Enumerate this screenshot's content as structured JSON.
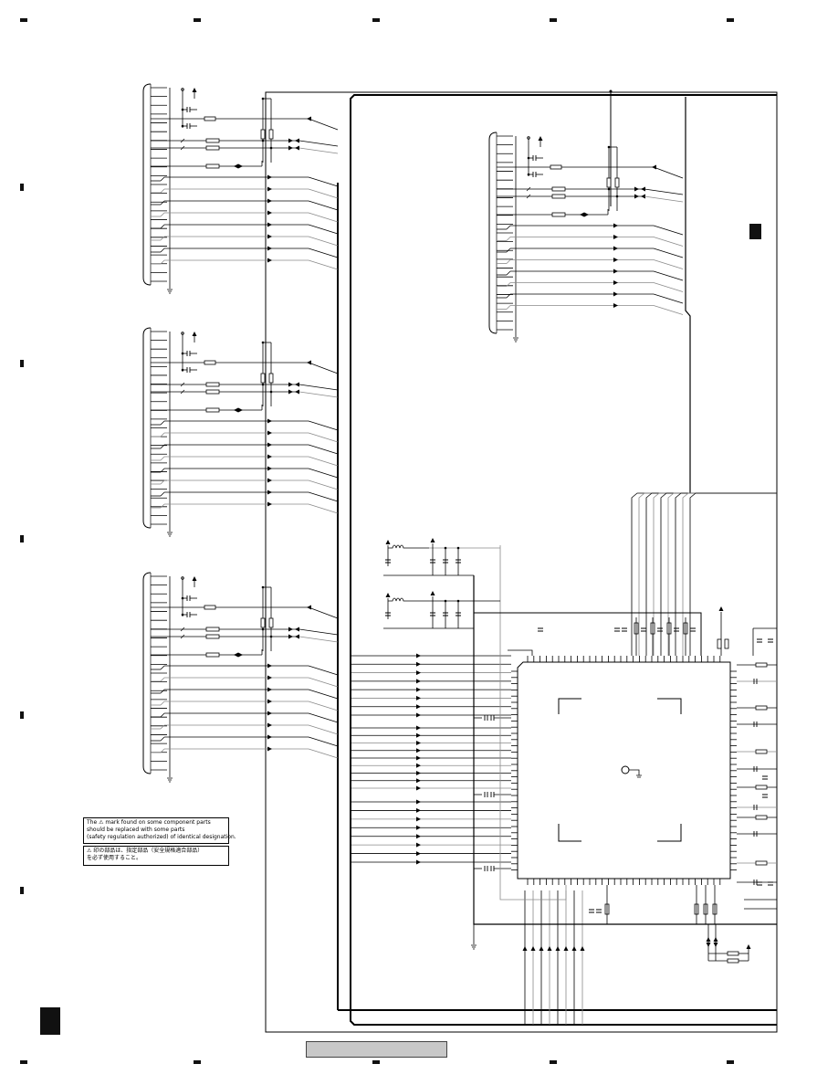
{
  "notices": {
    "english_lines": [
      "The ⚠ mark found on some component parts",
      "should be replaced with some parts",
      "(safety regulation authorized) of identical designation."
    ],
    "japanese_lines": [
      "⚠ 印の部品は、指定部品（安全規格適合部品）",
      "を必ず使用すること。"
    ]
  },
  "colors": {
    "wire": "#000000",
    "grey_wire": "#8a8a8a",
    "title_bar": "#c8c8c8",
    "marker": "#111111"
  }
}
